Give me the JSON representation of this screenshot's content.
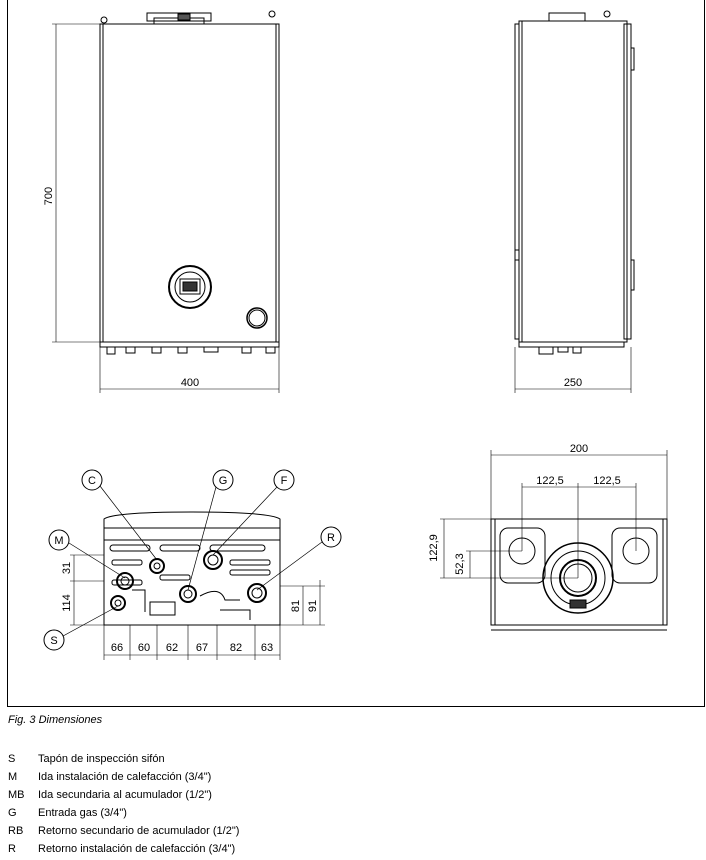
{
  "dimensions": {
    "height_front": "700",
    "width_front": "400",
    "depth_side": "250",
    "top_width": "200",
    "top_offset_left": "122,5",
    "top_offset_right": "122,5",
    "top_depth_total": "122,9",
    "top_depth_center": "52,3",
    "bottom_left_upper": "31",
    "bottom_left_lower": "114",
    "bottom_right_inner": "81",
    "bottom_right_outer": "91",
    "bottom_spacings": [
      "66",
      "60",
      "62",
      "67",
      "82",
      "63"
    ]
  },
  "callouts": [
    "C",
    "G",
    "F",
    "M",
    "R",
    "S"
  ],
  "caption": "Fig. 3 Dimensiones",
  "legend": [
    {
      "code": "S",
      "text": "Tapón de inspección sifón"
    },
    {
      "code": "M",
      "text": "Ida instalación de calefacción (3/4\")"
    },
    {
      "code": "MB",
      "text": "Ida secundaria al acumulador (1/2\")"
    },
    {
      "code": "G",
      "text": "Entrada gas (3/4\")"
    },
    {
      "code": "RB",
      "text": "Retorno secundario de acumulador (1/2\")"
    },
    {
      "code": "R",
      "text": "Retorno instalación de calefacción (3/4\")"
    }
  ]
}
